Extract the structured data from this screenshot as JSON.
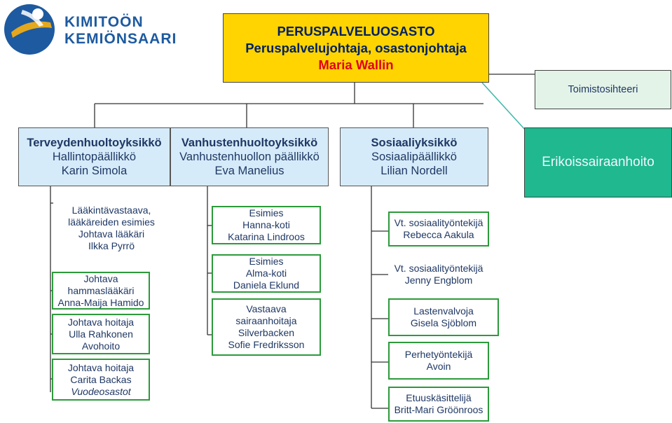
{
  "logo": {
    "line1": "KIMITOÖN",
    "line2": "KEMIÖNSAARI"
  },
  "top": {
    "line1": "PERUSPALVELUOSASTO",
    "line2": "Peruspalvelujohtaja, osastonjohtaja",
    "line3": "Maria Wallin"
  },
  "office": "Toimistosihteeri",
  "units": [
    {
      "head": "Terveydenhuoltoyksikkö",
      "role": "Hallintopäällikkö",
      "name": "Karin Simola"
    },
    {
      "head": "Vanhustenhuoltoyksikkö",
      "role": "Vanhustenhuollon päällikkö",
      "name": "Eva Manelius"
    },
    {
      "head": "Sosiaaliyksikkö",
      "role": "Sosiaalipäällikkö",
      "name": "Lilian Nordell"
    }
  ],
  "erik": "Erikoissairaanhoito",
  "col1": [
    {
      "lines": [
        "Lääkintävastaava,",
        "lääkäreiden esimies",
        "Johtava lääkäri",
        "Ilkka Pyrrö"
      ]
    },
    {
      "lines": [
        "Johtava",
        "hammaslääkäri",
        "Anna-Maija Hamido"
      ]
    },
    {
      "lines": [
        "Johtava hoitaja",
        "Ulla Rahkonen",
        "Avohoito"
      ]
    },
    {
      "lines": [
        "Johtava hoitaja",
        "Carita Backas",
        "Vuodeosastot"
      ]
    }
  ],
  "col2": [
    {
      "lines": [
        "Esimies",
        "Hanna-koti",
        "Katarina Lindroos"
      ]
    },
    {
      "lines": [
        "Esimies",
        "Alma-koti",
        "Daniela Eklund"
      ]
    },
    {
      "lines": [
        "Vastaava",
        "sairaanhoitaja",
        "Silverbacken",
        "Sofie Fredriksson"
      ]
    }
  ],
  "col3": [
    {
      "lines": [
        "Vt. sosiaalityöntekijä",
        "Rebecca Aakula"
      ]
    },
    {
      "lines": [
        "Vt. sosiaalityöntekijä",
        "Jenny Engblom"
      ]
    },
    {
      "lines": [
        "Lastenvalvoja",
        "Gisela Sjöblom"
      ]
    },
    {
      "lines": [
        "Perhetyöntekijä",
        "Avoin"
      ]
    },
    {
      "lines": [
        "Etuuskäsittelijä",
        "Britt-Mari Gröönroos"
      ]
    }
  ],
  "colors": {
    "top": "#ffd400",
    "accent_red": "#e0001b",
    "unit": "#d6ebfa",
    "erik": "#1fb88f",
    "sub_border": "#2c9a3b",
    "office": "#e3f3e8"
  }
}
